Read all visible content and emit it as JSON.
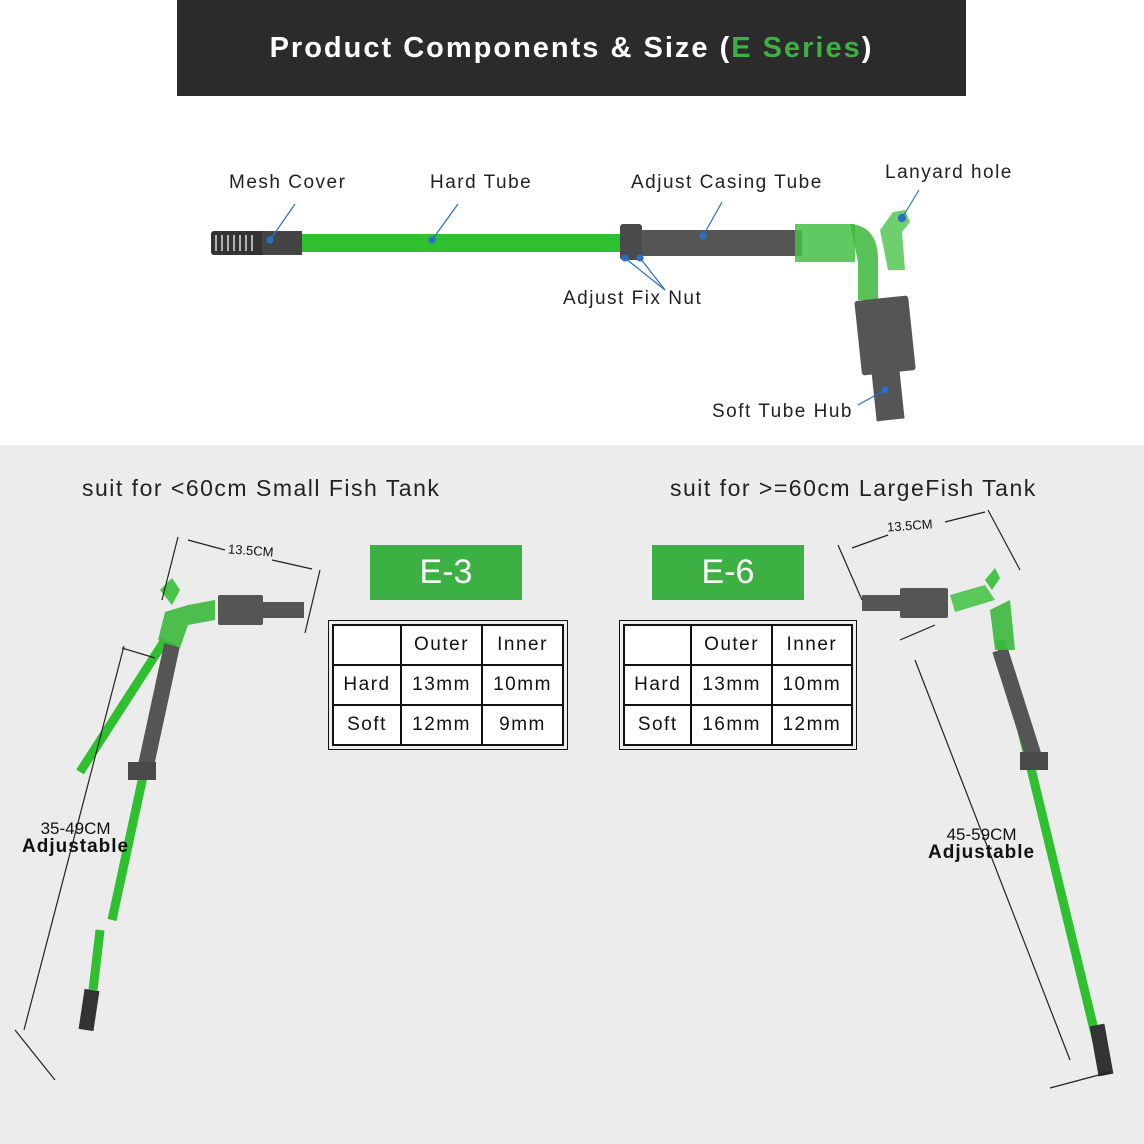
{
  "header": {
    "title_prefix": "Product Components & Size (",
    "title_accent": "E Series",
    "title_suffix": ")"
  },
  "colors": {
    "accent": "#3cb043",
    "banner": "#2b2b2b",
    "tube_green": "#2ec02e",
    "casing_grey": "#555555"
  },
  "components": {
    "mesh_cover": "Mesh Cover",
    "hard_tube": "Hard Tube",
    "adjust_casing_tube": "Adjust Casing Tube",
    "lanyard_hole": "Lanyard hole",
    "adjust_fix_nut": "Adjust Fix Nut",
    "soft_tube_hub": "Soft Tube Hub"
  },
  "models": [
    {
      "suit": "suit for <60cm Small Fish Tank",
      "name": "E-3",
      "width": "13.5CM",
      "length": "35-49CM",
      "length_note": "Adjustable",
      "table": {
        "headers": [
          "",
          "Outer",
          "Inner"
        ],
        "rows": [
          [
            "Hard",
            "13mm",
            "10mm"
          ],
          [
            "Soft",
            "12mm",
            "9mm"
          ]
        ]
      }
    },
    {
      "suit": "suit for >=60cm LargeFish Tank",
      "name": "E-6",
      "width": "13.5CM",
      "length": "45-59CM",
      "length_note": "Adjustable",
      "table": {
        "headers": [
          "",
          "Outer",
          "Inner"
        ],
        "rows": [
          [
            "Hard",
            "13mm",
            "10mm"
          ],
          [
            "Soft",
            "16mm",
            "12mm"
          ]
        ]
      }
    }
  ]
}
